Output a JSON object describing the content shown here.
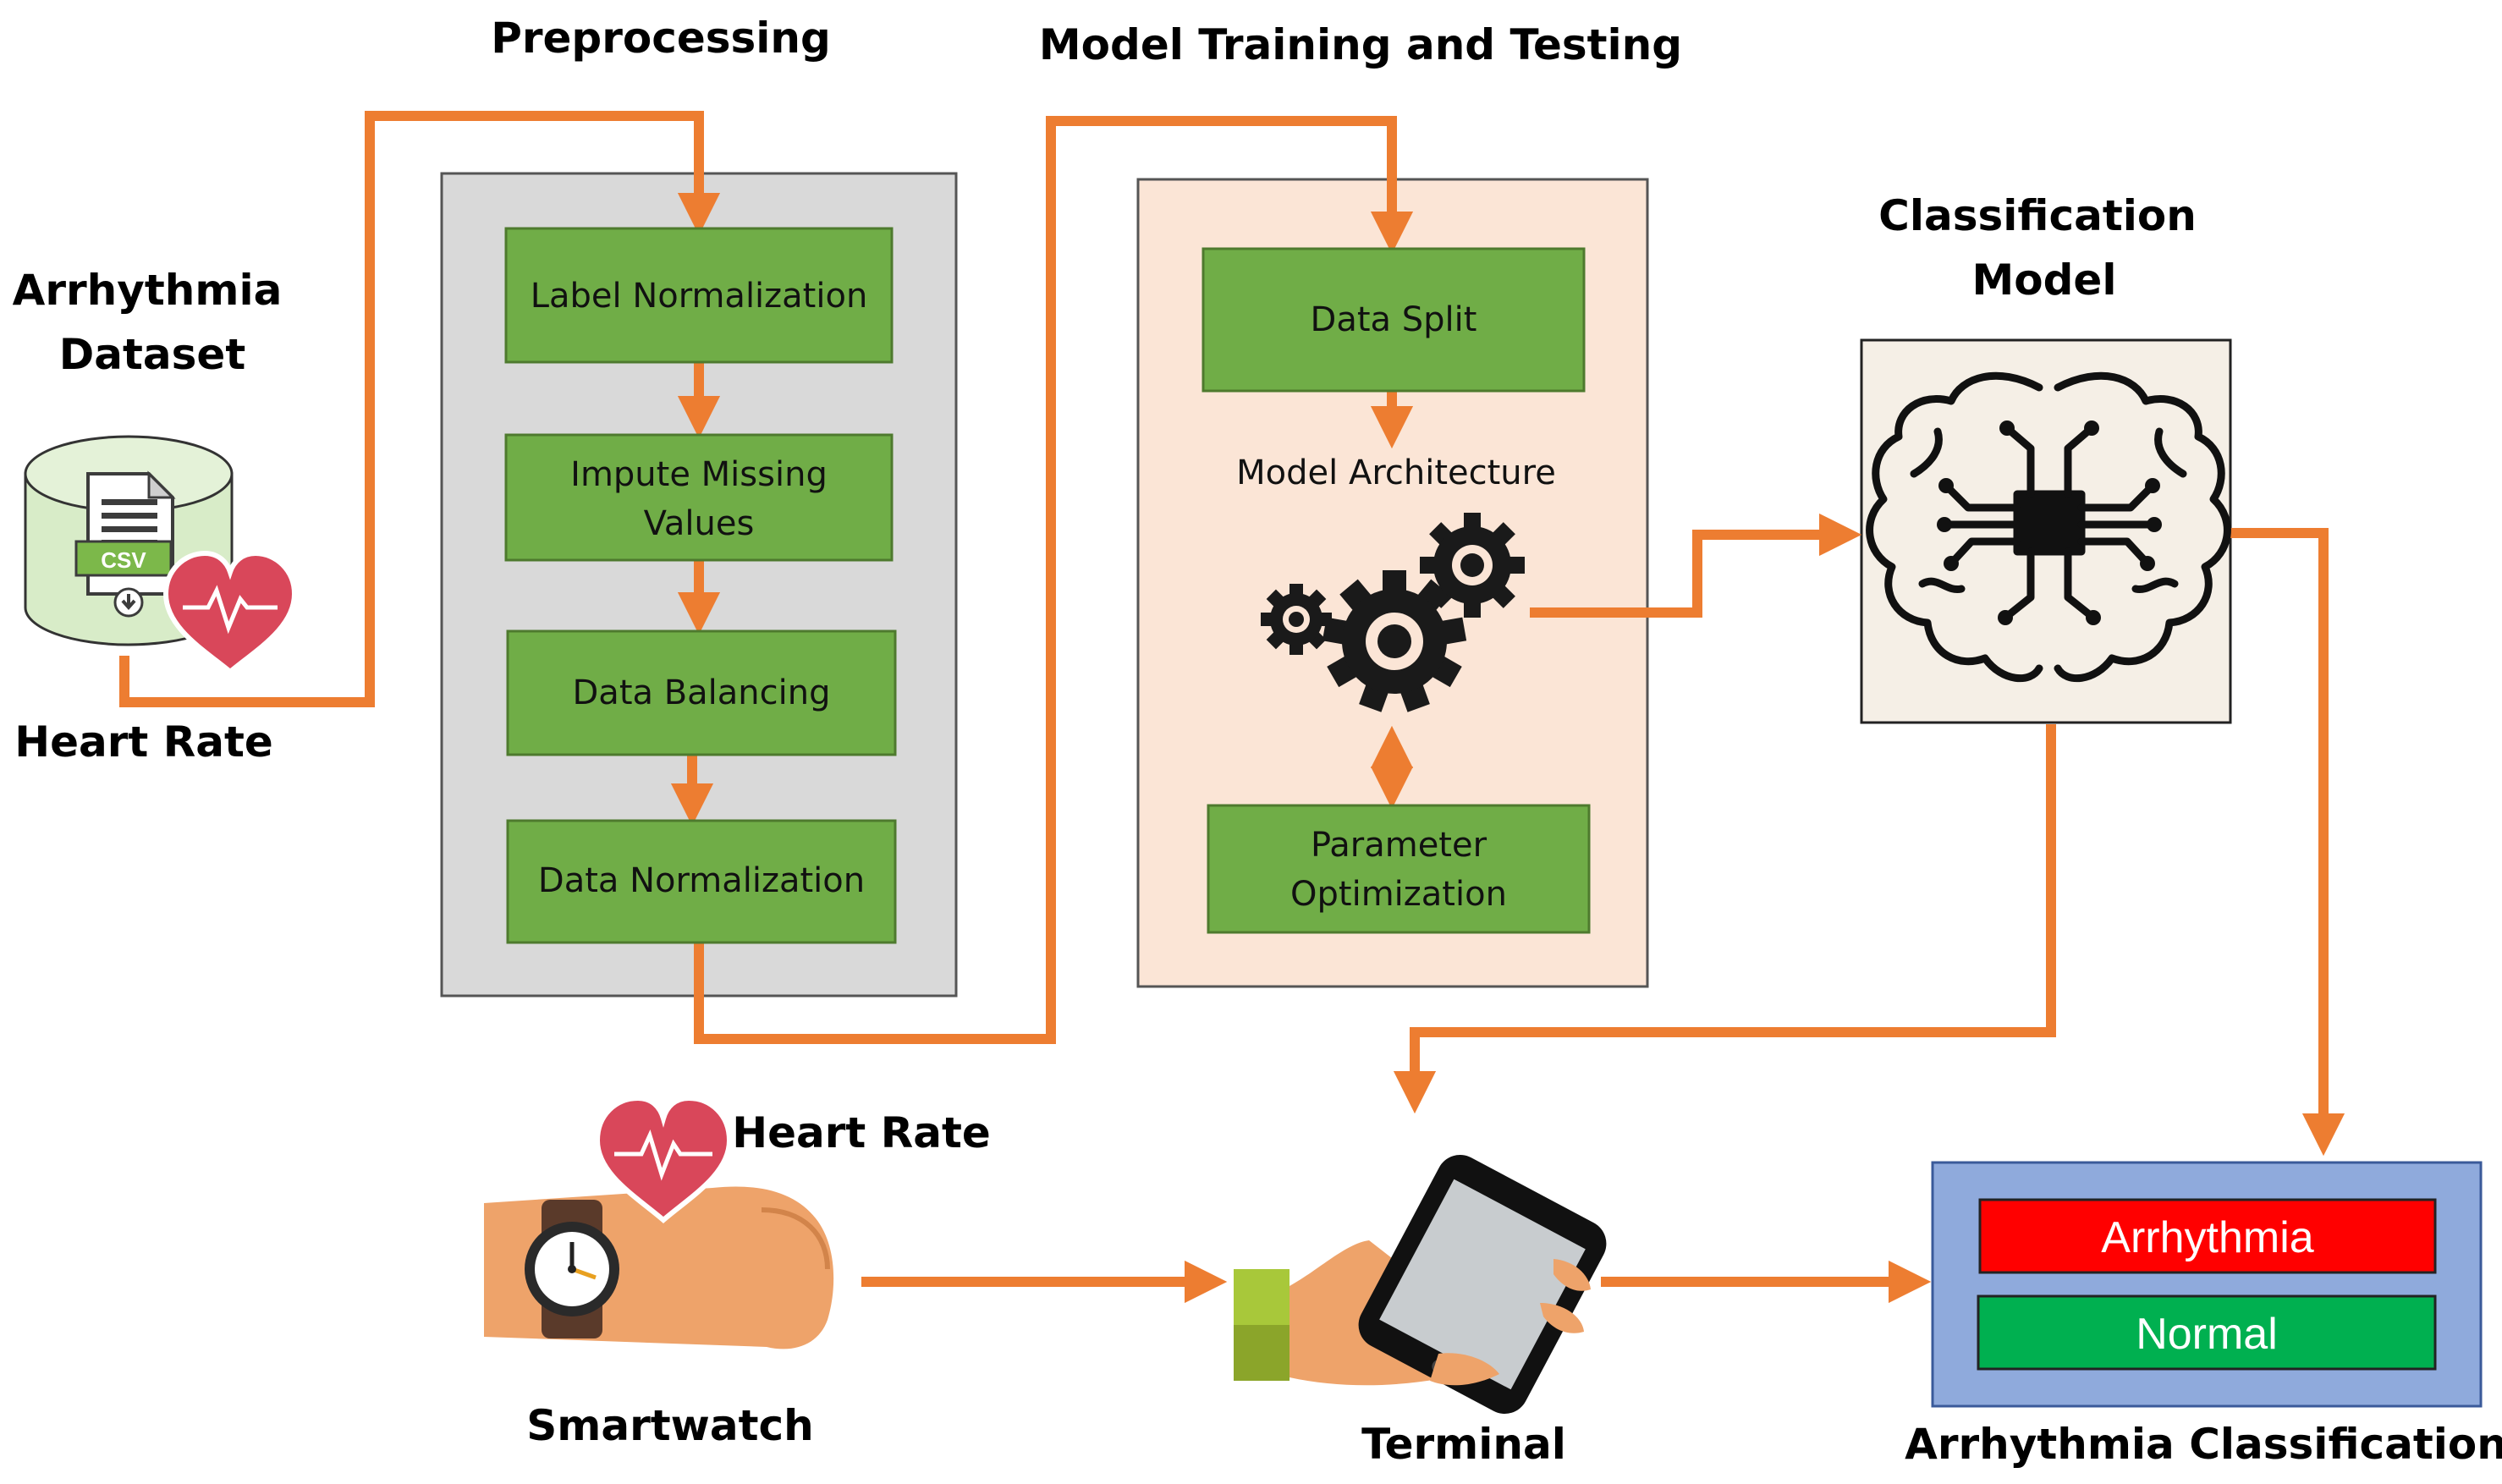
{
  "titles": {
    "preprocessing": "Preprocessing",
    "model_training": "Model Training and Testing",
    "classification_model_line1": "Classification",
    "classification_model_line2": "Model",
    "dataset_line1": "Arrhythmia",
    "dataset_line2": "Dataset",
    "heart_rate_dataset": "Heart Rate",
    "heart_rate_watch": "Heart Rate",
    "smartwatch": "Smartwatch",
    "terminal": "Terminal",
    "arrhythmia_classification": "Arrhythmia Classification"
  },
  "dataset_icon": {
    "file_label": "CSV"
  },
  "preprocessing_steps": [
    {
      "line1": "Label Normalization",
      "line2": ""
    },
    {
      "line1": "Impute Missing",
      "line2": "Values"
    },
    {
      "line1": "Data Balancing",
      "line2": ""
    },
    {
      "line1": "Data Normalization",
      "line2": ""
    }
  ],
  "training": {
    "data_split": "Data Split",
    "model_architecture": "Model Architecture",
    "parameter_line1": "Parameter",
    "parameter_line2": "Optimization"
  },
  "results": {
    "arrhythmia": "Arrhythmia",
    "normal": "Normal"
  },
  "colors": {
    "arrow": "#ED7D31",
    "step_fill": "#70AD47",
    "step_border": "#4E7A2E",
    "preprocessing_panel": "#D9D9D9",
    "training_panel": "#FBE5D6",
    "result_panel": "#8FAADC",
    "arrhythmia_bar": "#FF0000",
    "normal_bar": "#00B050",
    "heart": "#D9475A",
    "brain_panel": "#F5EFE6"
  }
}
